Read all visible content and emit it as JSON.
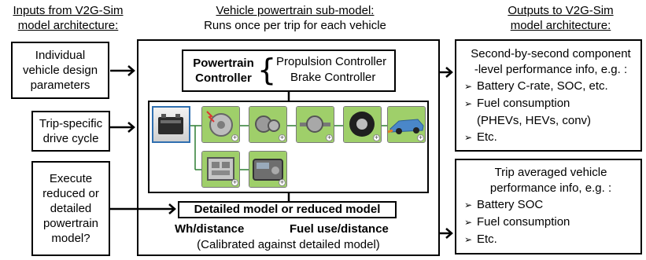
{
  "headers": {
    "inputs": [
      "Inputs from V2G-Sim",
      "model architecture:"
    ],
    "submodel": [
      "Vehicle powertrain sub-model:",
      "Runs once per trip for each vehicle"
    ],
    "outputs": [
      "Outputs to V2G-Sim",
      "model architecture:"
    ]
  },
  "inputs": {
    "design_params": [
      "Individual",
      "vehicle design",
      "parameters"
    ],
    "drive_cycle": [
      "Trip-specific",
      "drive cycle"
    ],
    "execute": [
      "Execute",
      "reduced or",
      "detailed",
      "powertrain",
      "model?"
    ]
  },
  "controller": {
    "label": [
      "Powertrain",
      "Controller"
    ],
    "propulsion": "Propulsion Controller",
    "brake": "Brake Controller"
  },
  "components": [
    {
      "icon": "battery-icon"
    },
    {
      "icon": "electric-motor-icon"
    },
    {
      "icon": "gearbox-icon"
    },
    {
      "icon": "differential-icon"
    },
    {
      "icon": "wheel-icon"
    },
    {
      "icon": "vehicle-body-icon"
    },
    {
      "icon": "power-electronics-icon"
    },
    {
      "icon": "accessory-load-icon"
    }
  ],
  "model_select": {
    "title": "Detailed model or reduced model",
    "wh": "Wh/distance",
    "fuel": "Fuel use/distance",
    "note": "(Calibrated against detailed model)"
  },
  "outputs": {
    "second": {
      "lines": [
        "Second-by-second component",
        "-level performance info, e.g. :"
      ],
      "bullets": [
        "Battery C-rate, SOC, etc.",
        "Fuel consumption",
        "Etc."
      ],
      "sub": "(PHEVs, HEVs, conv)"
    },
    "trip": {
      "lines": [
        "Trip averaged vehicle",
        "performance info, e.g. :"
      ],
      "bullets": [
        "Battery SOC",
        "Fuel consumption",
        "Etc."
      ]
    }
  },
  "colors": {
    "component_selected_border": "#2f6fb0",
    "component_tile": "#d8d8d8",
    "plus_badge": "#ffffff"
  }
}
